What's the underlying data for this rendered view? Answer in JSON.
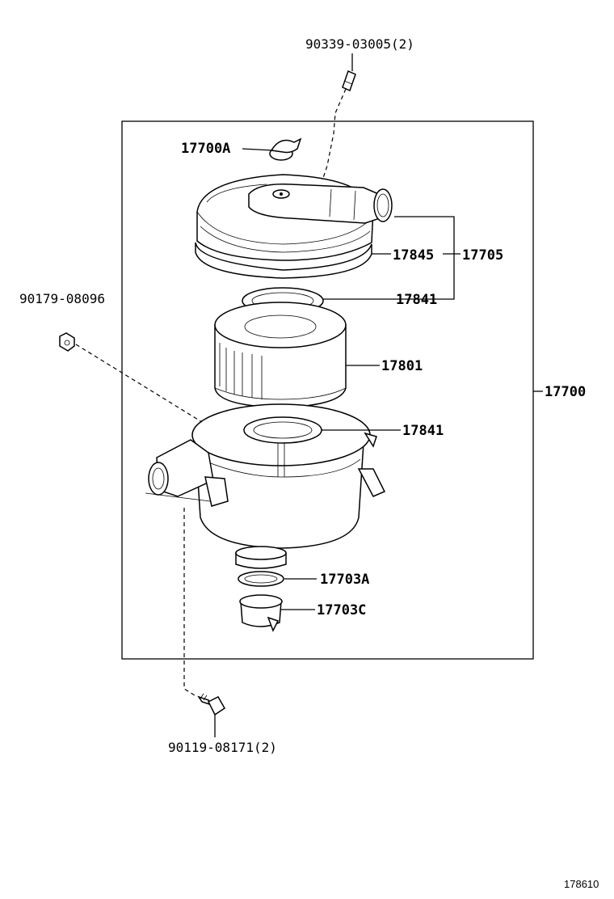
{
  "callouts": {
    "bolt_top": "90339-03005(2)",
    "cap_17700a": "17700A",
    "nut_left": "90179-08096",
    "gasket_17845": "17845",
    "cover_17705": "17705",
    "gasket_17841_top": "17841",
    "element_17801": "17801",
    "assembly_17700": "17700",
    "gasket_17841_lower": "17841",
    "ring_17703a": "17703A",
    "valve_17703c": "17703C",
    "bolt_bottom": "90119-08171(2)"
  },
  "figure_ref": "178610"
}
